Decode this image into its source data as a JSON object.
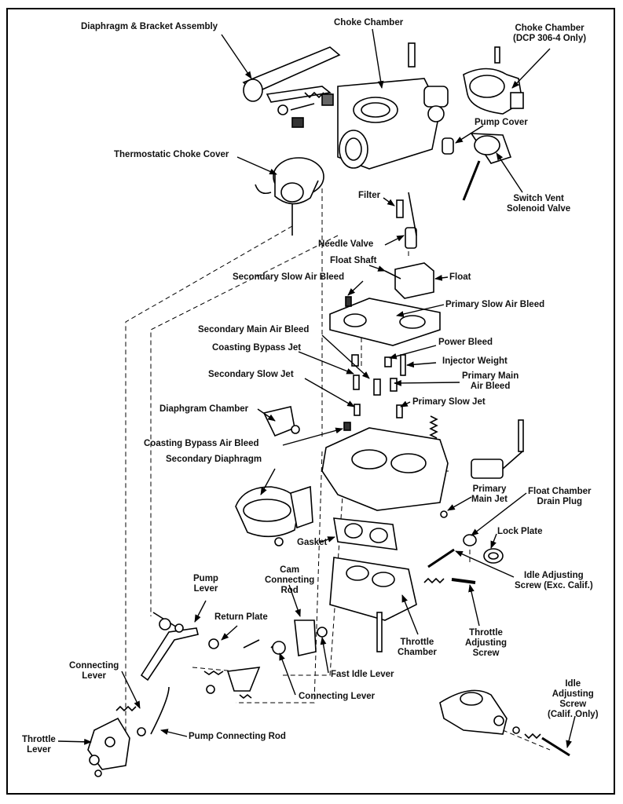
{
  "labels": {
    "diaphragm_bracket": "Diaphragm & Bracket Assembly",
    "choke_chamber": "Choke Chamber",
    "choke_chamber_dcp": "Choke Chamber\n(DCP 306-4 Only)",
    "thermostatic_choke_cover": "Thermostatic Choke Cover",
    "pump_cover": "Pump Cover",
    "switch_vent": "Switch Vent\nSolenoid Valve",
    "filter": "Filter",
    "needle_valve": "Needle Valve",
    "float_shaft": "Float Shaft",
    "float": "Float",
    "secondary_slow_air_bleed": "Secondary Slow Air Bleed",
    "primary_slow_air_bleed": "Primary Slow Air Bleed",
    "secondary_main_air_bleed": "Secondary Main Air Bleed",
    "power_bleed": "Power Bleed",
    "coasting_bypass_jet": "Coasting Bypass Jet",
    "injector_weight": "Injector Weight",
    "secondary_slow_jet": "Secondary Slow Jet",
    "primary_main_air_bleed": "Primary Main\nAir Bleed",
    "primary_slow_jet": "Primary Slow Jet",
    "diaphragm_chamber": "Diaphgram Chamber",
    "coasting_bypass_air_bleed": "Coasting Bypass Air Bleed",
    "secondary_diaphragm": "Secondary Diaphragm",
    "float_chamber_drain_plug": "Float Chamber\nDrain Plug",
    "primary_main_jet": "Primary\nMain Jet",
    "lock_plate": "Lock Plate",
    "gasket": "Gasket",
    "cam_connecting_rod": "Cam\nConnecting\nRod",
    "idle_adjusting_screw_exc": "Idle Adjusting\nScrew (Exc. Calif.)",
    "pump_lever": "Pump\nLever",
    "return_plate": "Return Plate",
    "throttle_adjusting_screw": "Throttle\nAdjusting\nScrew",
    "throttle_chamber": "Throttle\nChamber",
    "connecting_lever_left": "Connecting\nLever",
    "fast_idle_lever": "Fast Idle Lever",
    "connecting_lever_bottom": "Connecting Lever",
    "idle_adjusting_screw_calif": "Idle\nAdjusting\nScrew\n(Calif. Only)",
    "throttle_lever": "Throttle\nLever",
    "pump_connecting_rod": "Pump Connecting Rod"
  }
}
